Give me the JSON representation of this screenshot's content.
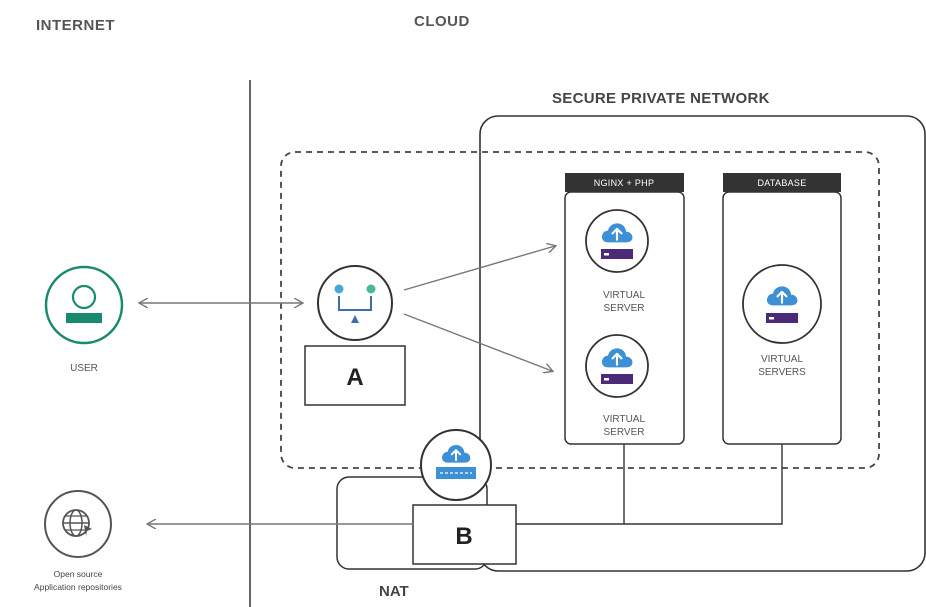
{
  "headers": {
    "internet": "INTERNET",
    "cloud": "CLOUD",
    "secure_private_network": "SECURE PRIVATE NETWORK"
  },
  "nodes": {
    "user": {
      "label": "USER",
      "icon": "user-icon",
      "color": "#1a8a6e"
    },
    "open_source": {
      "label_line1": "Open source",
      "label_line2": "Application repositories",
      "icon": "globe-icon"
    },
    "load_balancer": {
      "icon": "load-balancer-icon"
    },
    "box_a": {
      "label": "A"
    },
    "box_b": {
      "label": "B"
    },
    "nat": {
      "label": "NAT",
      "icon": "gateway-icon"
    },
    "nginx_group": {
      "tag": "NGINX + PHP",
      "servers": [
        {
          "line1": "VIRTUAL",
          "line2": "SERVER"
        },
        {
          "line1": "VIRTUAL",
          "line2": "SERVER"
        }
      ]
    },
    "database_group": {
      "tag": "DATABASE",
      "server": {
        "line1": "VIRTUAL",
        "line2": "SERVERS"
      }
    }
  },
  "colors": {
    "cloud_blue": "#3d8fd6",
    "server_purple": "#4b2a7a",
    "teal": "#1a8a6e",
    "tag_bg": "#333333"
  }
}
